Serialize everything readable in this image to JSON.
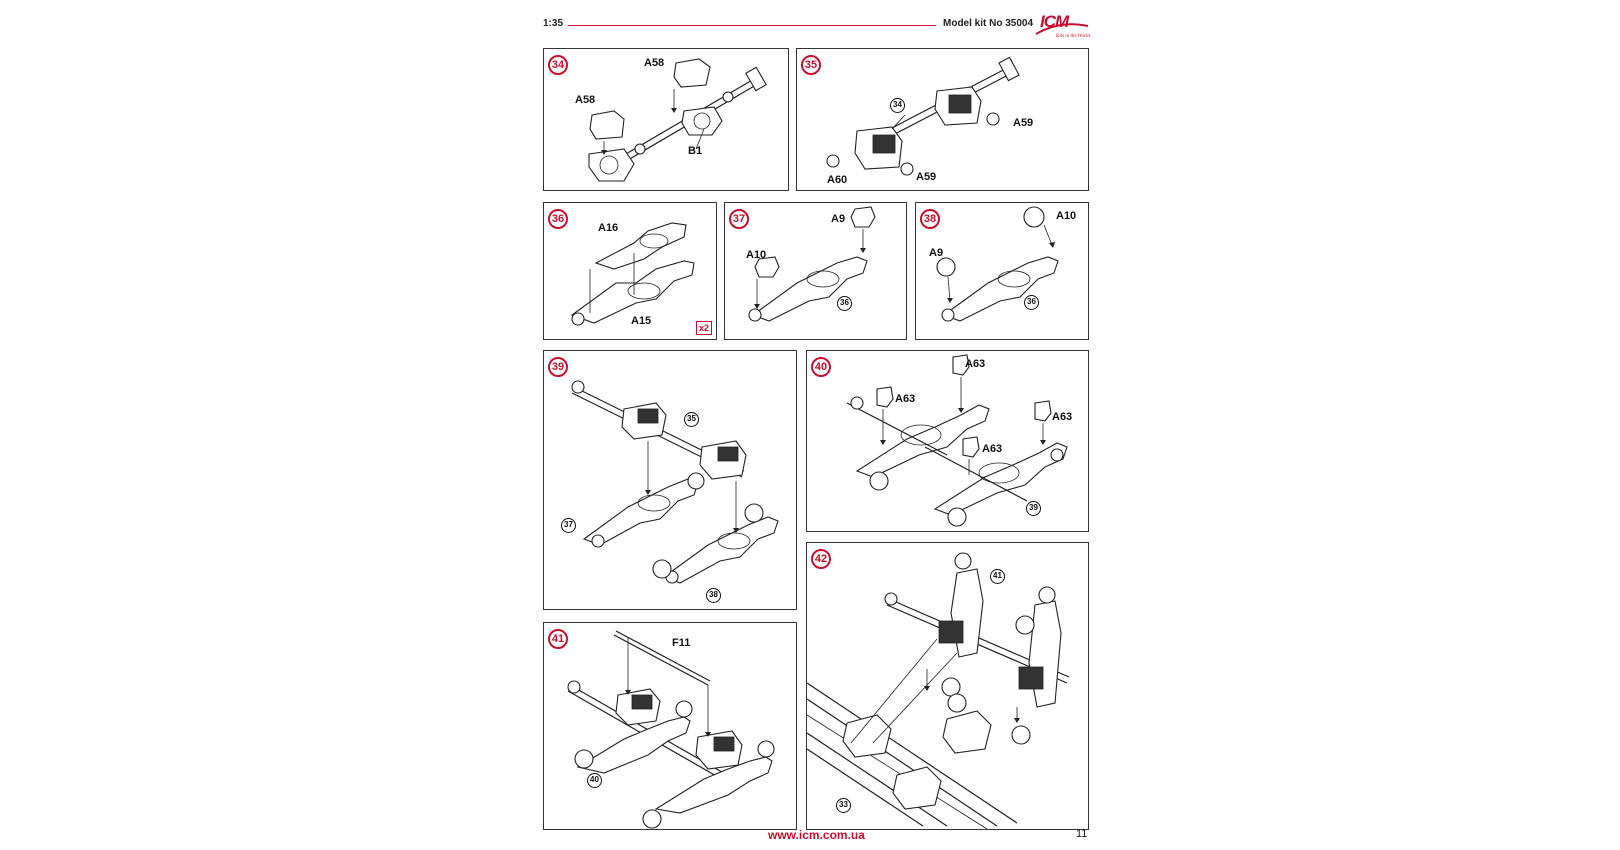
{
  "header": {
    "scale": "1:35",
    "kit": "Model kit No 35004"
  },
  "logo": {
    "brand": "ICM",
    "tagline": "Kits in the World"
  },
  "footer": {
    "url": "www.icm.com.ua",
    "page": "11"
  },
  "accent_color": "#c8102e",
  "steps": [
    {
      "id": "34",
      "parts": [
        "A58",
        "A58",
        "B1"
      ],
      "refs": []
    },
    {
      "id": "35",
      "parts": [
        "A59",
        "A60",
        "A59"
      ],
      "refs": [
        "34"
      ]
    },
    {
      "id": "36",
      "parts": [
        "A16",
        "A15"
      ],
      "refs": [],
      "multiplier": "x2"
    },
    {
      "id": "37",
      "parts": [
        "A9",
        "A10"
      ],
      "refs": [
        "36"
      ]
    },
    {
      "id": "38",
      "parts": [
        "A10",
        "A9"
      ],
      "refs": [
        "36"
      ]
    },
    {
      "id": "39",
      "parts": [],
      "refs": [
        "35",
        "37",
        "38"
      ]
    },
    {
      "id": "40",
      "parts": [
        "A63",
        "A63",
        "A63",
        "A63"
      ],
      "refs": [
        "39"
      ]
    },
    {
      "id": "41",
      "parts": [
        "F11"
      ],
      "refs": [
        "40"
      ]
    },
    {
      "id": "42",
      "parts": [],
      "refs": [
        "41",
        "33"
      ]
    }
  ]
}
